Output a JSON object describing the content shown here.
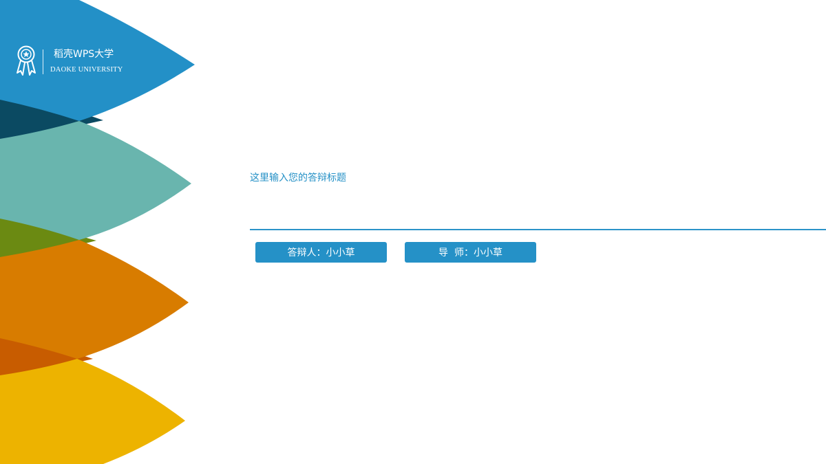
{
  "logo": {
    "name": "稻壳WPS大学",
    "english": "DAOKE UNIVERSITY",
    "icon": "ribbon-badge-icon"
  },
  "title": "这里输入您的答辩标题",
  "info": {
    "defender": "答辩人：小小草",
    "advisor": "导  师：小小草"
  },
  "colors": {
    "blue": "#2390c7",
    "navy": "#0b4a62",
    "teal": "#69b5ae",
    "green": "#6b8a12",
    "orange": "#d87c00",
    "dark_orange": "#c85c00",
    "yellow": "#edb300",
    "accent": "#2591c7"
  }
}
